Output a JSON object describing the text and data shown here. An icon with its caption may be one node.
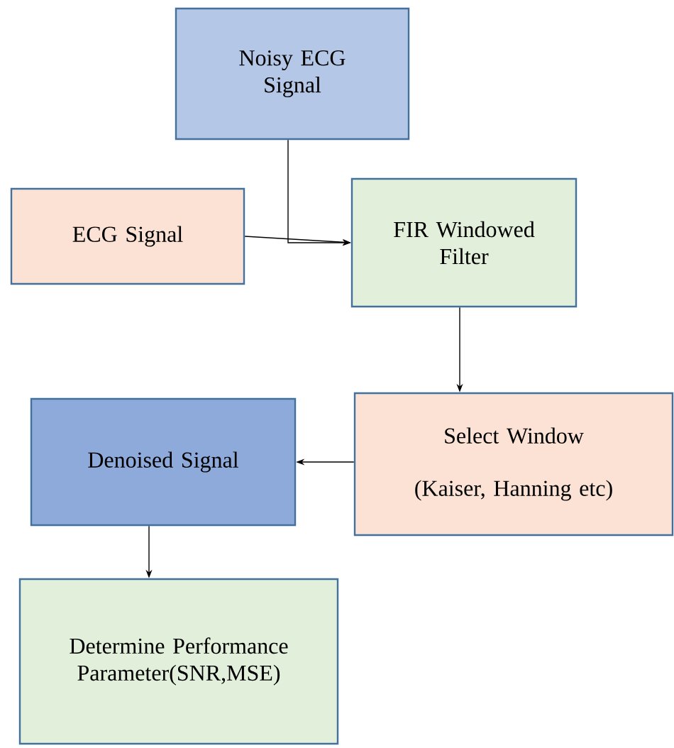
{
  "diagram": {
    "nodes": [
      {
        "text": [
          "Noisy ECG Signal"
        ]
      },
      {
        "text": [
          "ECG Signal"
        ]
      },
      {
        "text": [
          "FIR Windowed Filter"
        ]
      },
      {
        "text": [
          "Select Window",
          "(Kaiser, Hanning etc)"
        ]
      },
      {
        "text": [
          "Denoised Signal"
        ]
      },
      {
        "text": [
          "Determine Performance Parameter(SNR,MSE)"
        ]
      }
    ],
    "edges": [
      {
        "from": 0,
        "to": 2,
        "arrow": "to"
      },
      {
        "from": 1,
        "to": 2,
        "arrow": "to"
      },
      {
        "from": 2,
        "to": 3,
        "arrow": "to"
      },
      {
        "from": 3,
        "to": 4,
        "arrow": "to"
      },
      {
        "from": 4,
        "to": 5,
        "arrow": "to"
      }
    ]
  }
}
